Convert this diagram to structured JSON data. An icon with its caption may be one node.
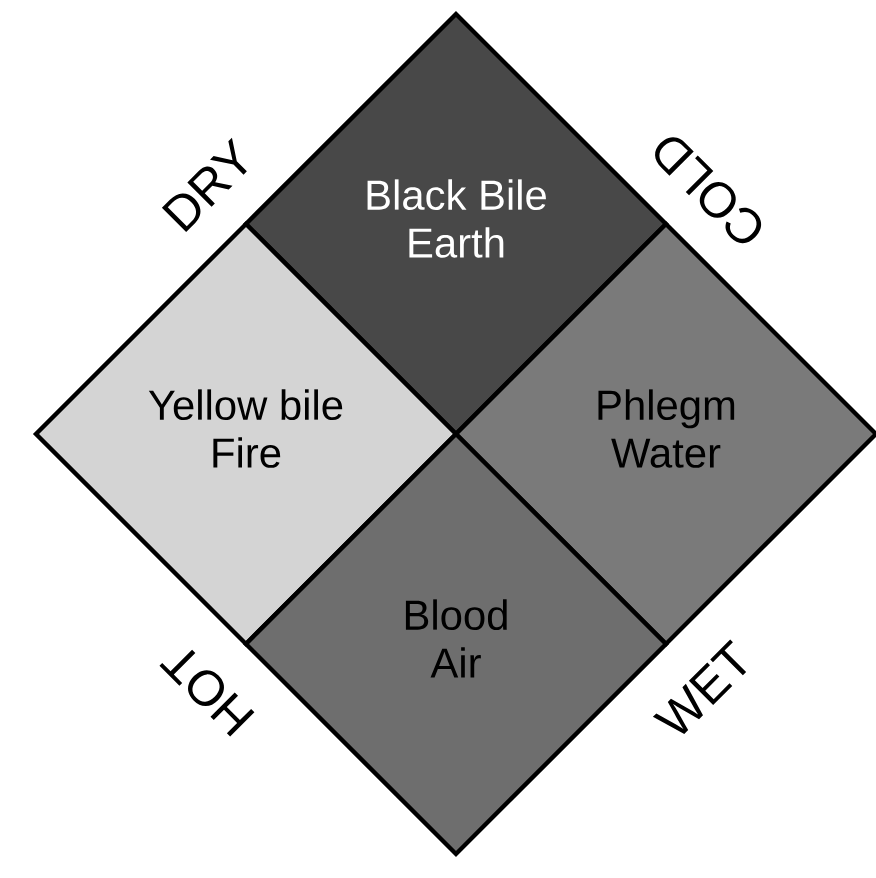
{
  "diagram": {
    "nodes": [
      {
        "text": [
          "Black Bile",
          "Earth"
        ]
      },
      {
        "text": [
          "Yellow bile",
          "Fire"
        ]
      },
      {
        "text": [
          "Phlegm",
          "Water"
        ]
      },
      {
        "text": [
          "Blood",
          "Air"
        ]
      }
    ],
    "labels": [
      "DRY",
      "COLD",
      "HOT",
      "WET"
    ]
  }
}
